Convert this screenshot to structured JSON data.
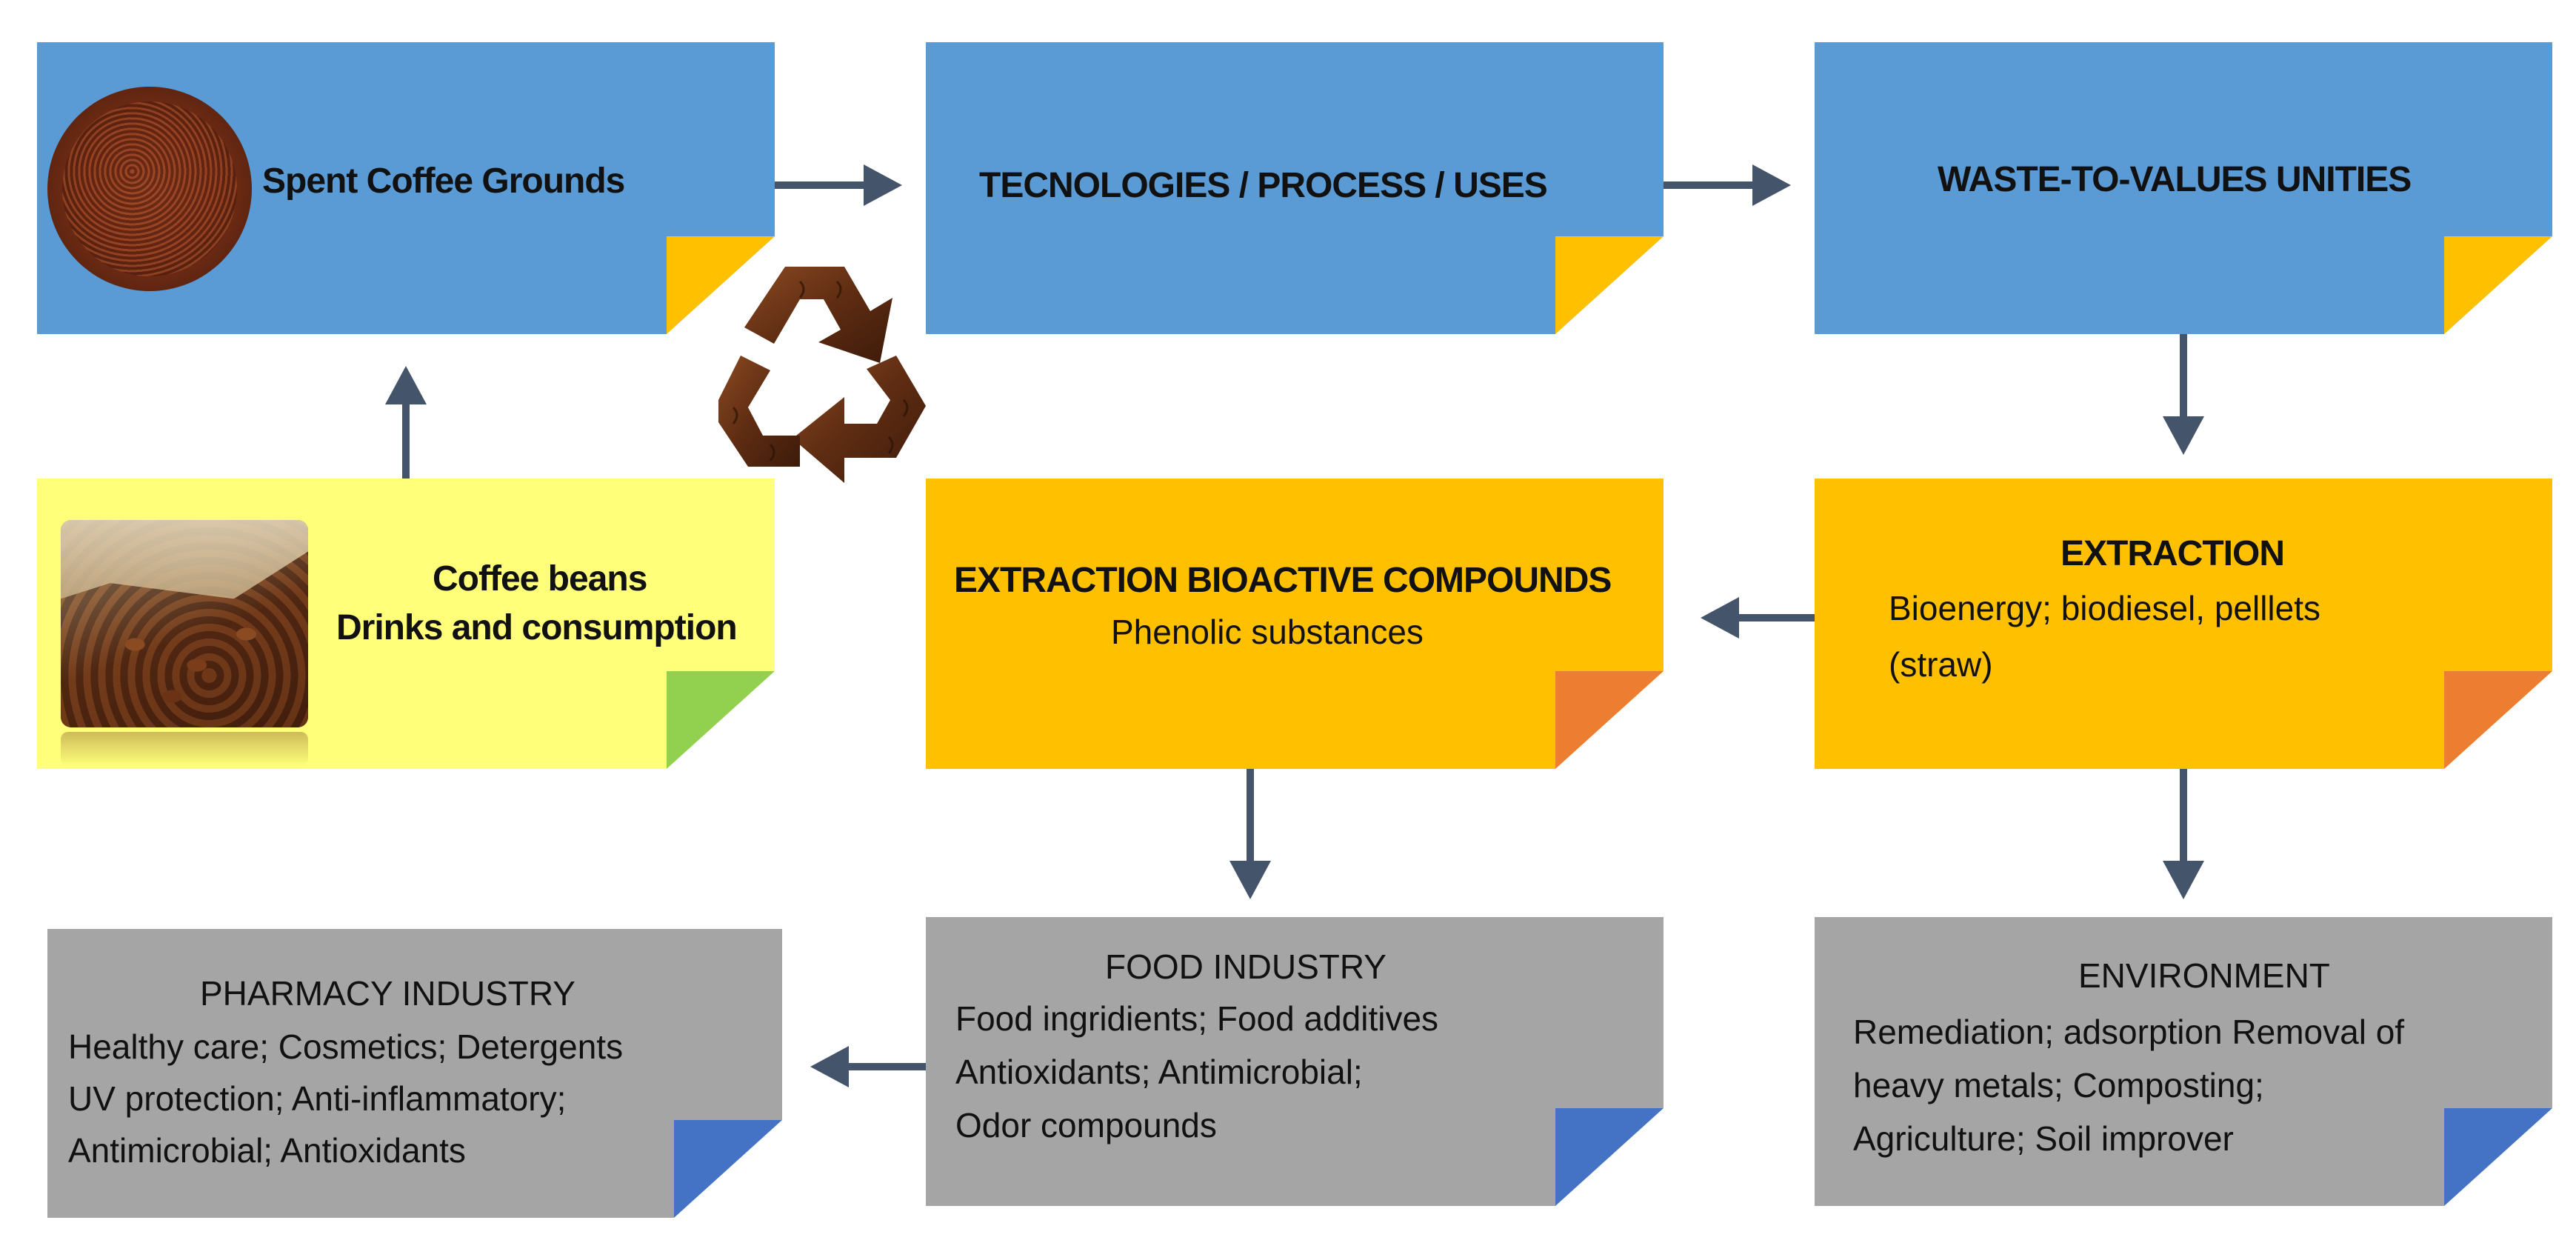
{
  "boxes": {
    "spent": {
      "label": "Spent Coffee Grounds"
    },
    "tech": {
      "label": "TECNOLOGIES / PROCESS / USES"
    },
    "waste": {
      "label": "WASTE-TO-VALUES UNITIES"
    },
    "beans": {
      "line1": "Coffee beans",
      "line2": "Drinks and consumption"
    },
    "bioactive": {
      "title": "EXTRACTION BIOACTIVE COMPOUNDS",
      "subtitle": "Phenolic substances"
    },
    "extraction": {
      "title": "EXTRACTION",
      "line1": "Bioenergy; biodiesel, pelllets",
      "line2": "(straw)"
    },
    "pharmacy": {
      "title": "PHARMACY INDUSTRY",
      "lines": [
        "Healthy  care; Cosmetics; Detergents",
        "UV protection; Anti-inflammatory;",
        "Antimicrobial; Antioxidants"
      ]
    },
    "food": {
      "title": "FOOD INDUSTRY",
      "lines": [
        "Food ingridients; Food additives",
        "Antioxidants; Antimicrobial;",
        "Odor compounds"
      ]
    },
    "environment": {
      "title": "ENVIRONMENT",
      "lines": [
        "Remediation; adsorption Removal of",
        "heavy metals; Composting;",
        "Agriculture; Soil improver"
      ]
    }
  },
  "colors": {
    "blue_box": "#5b9bd5",
    "orange_box": "#ffc000",
    "grey_box": "#a5a5a5",
    "yellow_box": "#ffff7a",
    "arrow": "#44546a"
  },
  "icons": [
    "coffee-grounds-image",
    "recycle-icon",
    "coffee-sack-image",
    "page-fold-icon"
  ]
}
